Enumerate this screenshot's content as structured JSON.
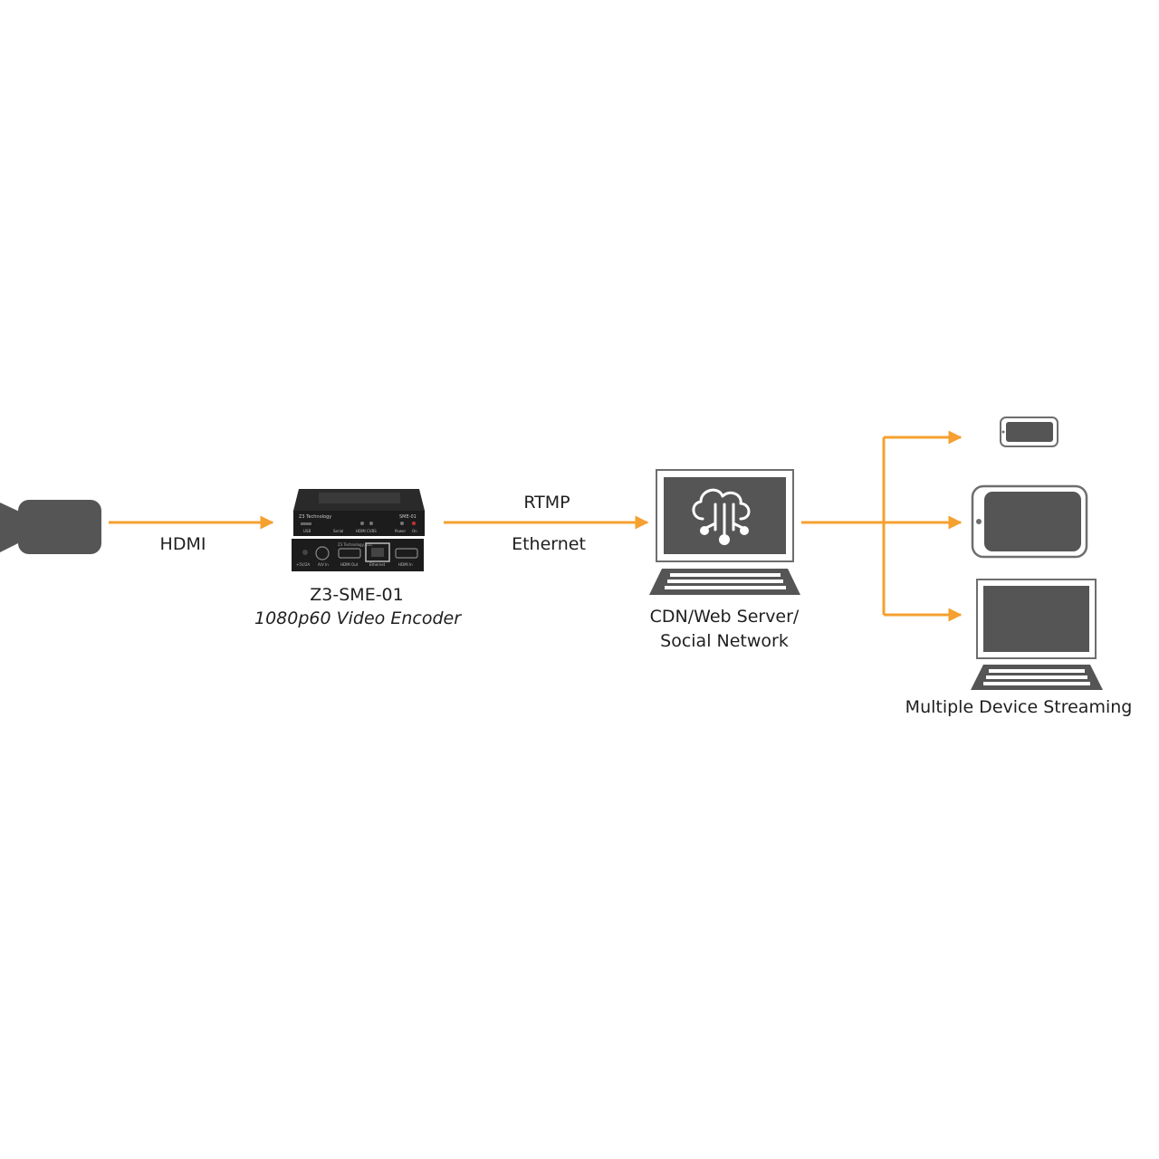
{
  "colors": {
    "arrow": "#F5A030",
    "device": "#555555",
    "device_outline": "#6e6e6e",
    "encoder_body": "#1c1c1c",
    "text": "#1f1f1f"
  },
  "links": {
    "camera_to_encoder": "HDMI",
    "encoder_to_server_top": "RTMP",
    "encoder_to_server_bottom": "Ethernet"
  },
  "encoder": {
    "model": "Z3-SME-01",
    "description": "1080p60 Video Encoder",
    "front_brand": "Z3 Technology",
    "front_model": "SME-01",
    "front_ports": [
      "USB",
      "Serial",
      "HDMI",
      "CVBS",
      "Power",
      "On"
    ],
    "back_brand": "Z3 Technology, LLC",
    "back_ports": [
      "+5V/2A",
      "A/V In",
      "HDMI Out",
      "Ethernet",
      "HDMI In"
    ]
  },
  "server": {
    "line1": "CDN/Web Server/",
    "line2": "Social Network",
    "icon": "cloud-network-icon"
  },
  "destinations": {
    "label": "Multiple Device Streaming",
    "devices": [
      "phone-icon",
      "tablet-icon",
      "laptop-icon"
    ]
  }
}
